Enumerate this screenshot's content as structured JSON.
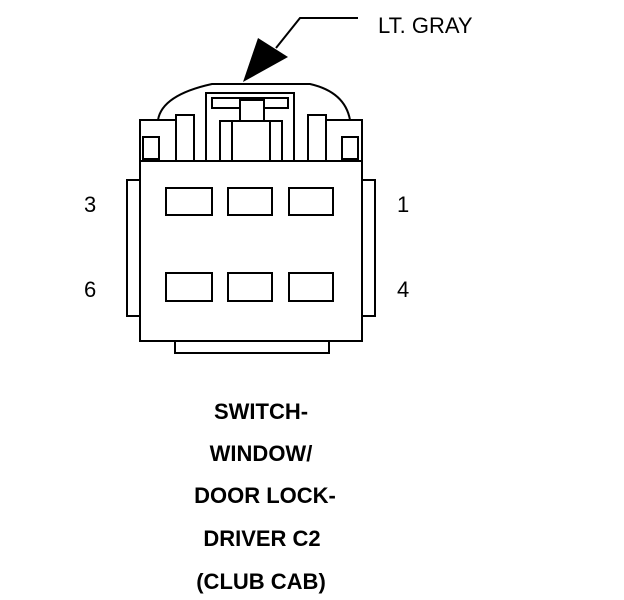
{
  "callout": {
    "color_label": "LT. GRAY"
  },
  "pins": {
    "top_left": "3",
    "top_right": "1",
    "bottom_left": "6",
    "bottom_right": "4"
  },
  "caption": {
    "lines": [
      "SWITCH-",
      "WINDOW/",
      "DOOR LOCK-",
      "DRIVER C2",
      "(CLUB CAB)"
    ]
  }
}
